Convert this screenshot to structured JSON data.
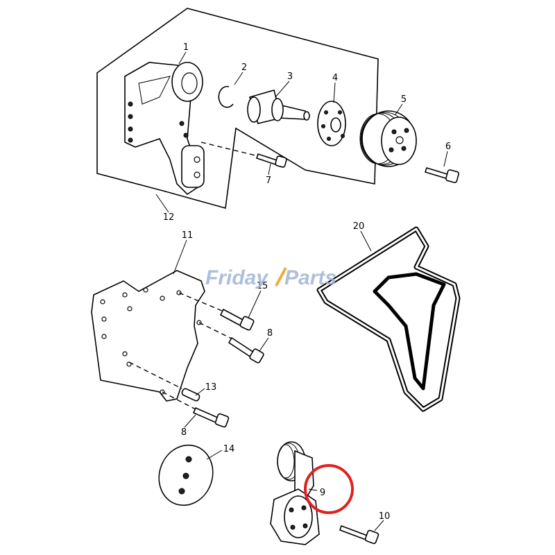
{
  "watermark": {
    "brand": "FridayParts",
    "part1": "Friday",
    "part2": "Parts",
    "color": "#9fb4d6"
  },
  "highlight": {
    "callout": "9",
    "color": "#e02020"
  },
  "callouts": {
    "c1": "1",
    "c2": "2",
    "c3": "3",
    "c4": "4",
    "c5": "5",
    "c6": "6",
    "c7": "7",
    "c8a": "8",
    "c8b": "8",
    "c9": "9",
    "c10": "10",
    "c11": "11",
    "c12": "12",
    "c13": "13",
    "c14": "14",
    "c15": "15",
    "c20": "20"
  }
}
